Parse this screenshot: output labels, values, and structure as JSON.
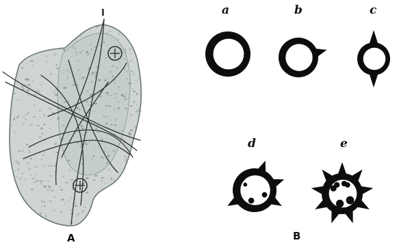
{
  "figure": {
    "panel_a": {
      "label": "A",
      "top_marker": "I",
      "colors": {
        "cell_fill": "#cdd3cf",
        "cell_stroke": "#6b7670",
        "granule": "#8c968f",
        "fibre": "#2d322f"
      }
    },
    "panel_b": {
      "label": "B",
      "stages": [
        {
          "letter": "a",
          "spikes": 0
        },
        {
          "letter": "b",
          "spikes": 1
        },
        {
          "letter": "c",
          "spikes": 2
        },
        {
          "letter": "d",
          "spikes": 4
        },
        {
          "letter": "e",
          "spikes": 9
        }
      ],
      "colors": {
        "ring": "#0d0d0d",
        "center": "#ffffff"
      }
    }
  }
}
